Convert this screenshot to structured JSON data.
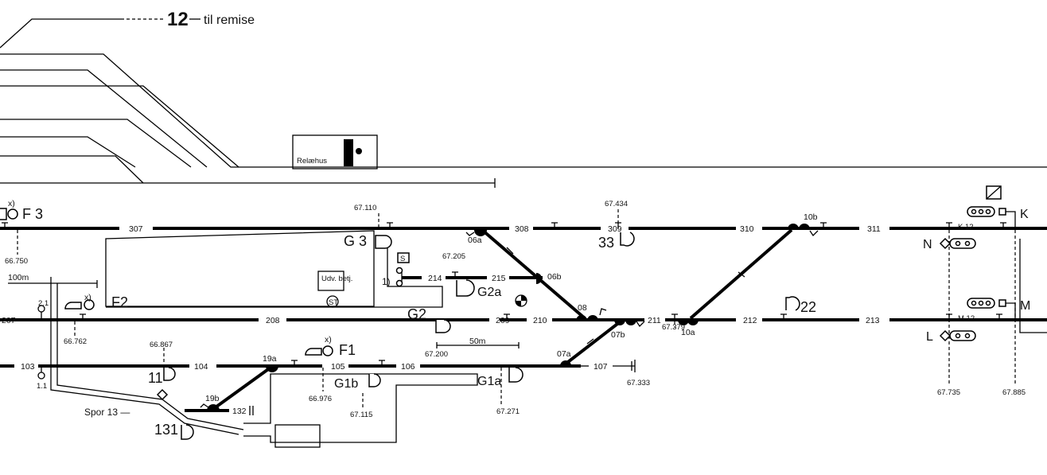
{
  "header": {
    "line_number": "12",
    "to_depot": "til remise"
  },
  "building": {
    "relay_house": "Relæhus",
    "office": "Udv. betj.",
    "st_symbol": "ST"
  },
  "tracks": {
    "t307": "307",
    "t308": "308",
    "t309": "309",
    "t310": "310",
    "t311": "311",
    "t207": "207",
    "t208": "208",
    "t209": "209",
    "t210": "210",
    "t211": "211",
    "t212": "212",
    "t213": "213",
    "t103": "103",
    "t104": "104",
    "t105": "105",
    "t106": "106",
    "t107": "107",
    "t214": "214",
    "t215": "215",
    "t132": "132",
    "spor13": "Spor 13 —"
  },
  "signals": {
    "F3": "F 3",
    "F2": "F2",
    "F1": "F1",
    "G3": "G 3",
    "G2": "G2",
    "G2a": "G2a",
    "G1b": "G1b",
    "G1a": "G1a",
    "s11": "11",
    "s33": "33",
    "s22": "22",
    "s131": "131",
    "K": "K",
    "M": "M",
    "N": "N",
    "L": "L",
    "K12": "K 12",
    "M12": "M 12",
    "x": "x)"
  },
  "switches": {
    "w06a": "06a",
    "w06b": "06b",
    "w08": "08",
    "w07a": "07a",
    "w07b": "07b",
    "w10a": "10a",
    "w10b": "10b",
    "w19a": "19a",
    "w19b": "19b"
  },
  "kilometers": {
    "k67110": "67.110",
    "k67434": "67.434",
    "k66750": "66.750",
    "k67205": "67.205",
    "k66762": "66.762",
    "k66867": "66.867",
    "k67200": "67.200",
    "k66976": "66.976",
    "k67115": "67.115",
    "k67271": "67.271",
    "k67333": "67.333",
    "k67379": "67.379",
    "k67735": "67.735",
    "k67885": "67.885"
  },
  "misc": {
    "dist100": "100m",
    "dist50": "50m",
    "note1": "1)",
    "l21": "2.1",
    "l11": "1.1",
    "sbox": "S"
  }
}
